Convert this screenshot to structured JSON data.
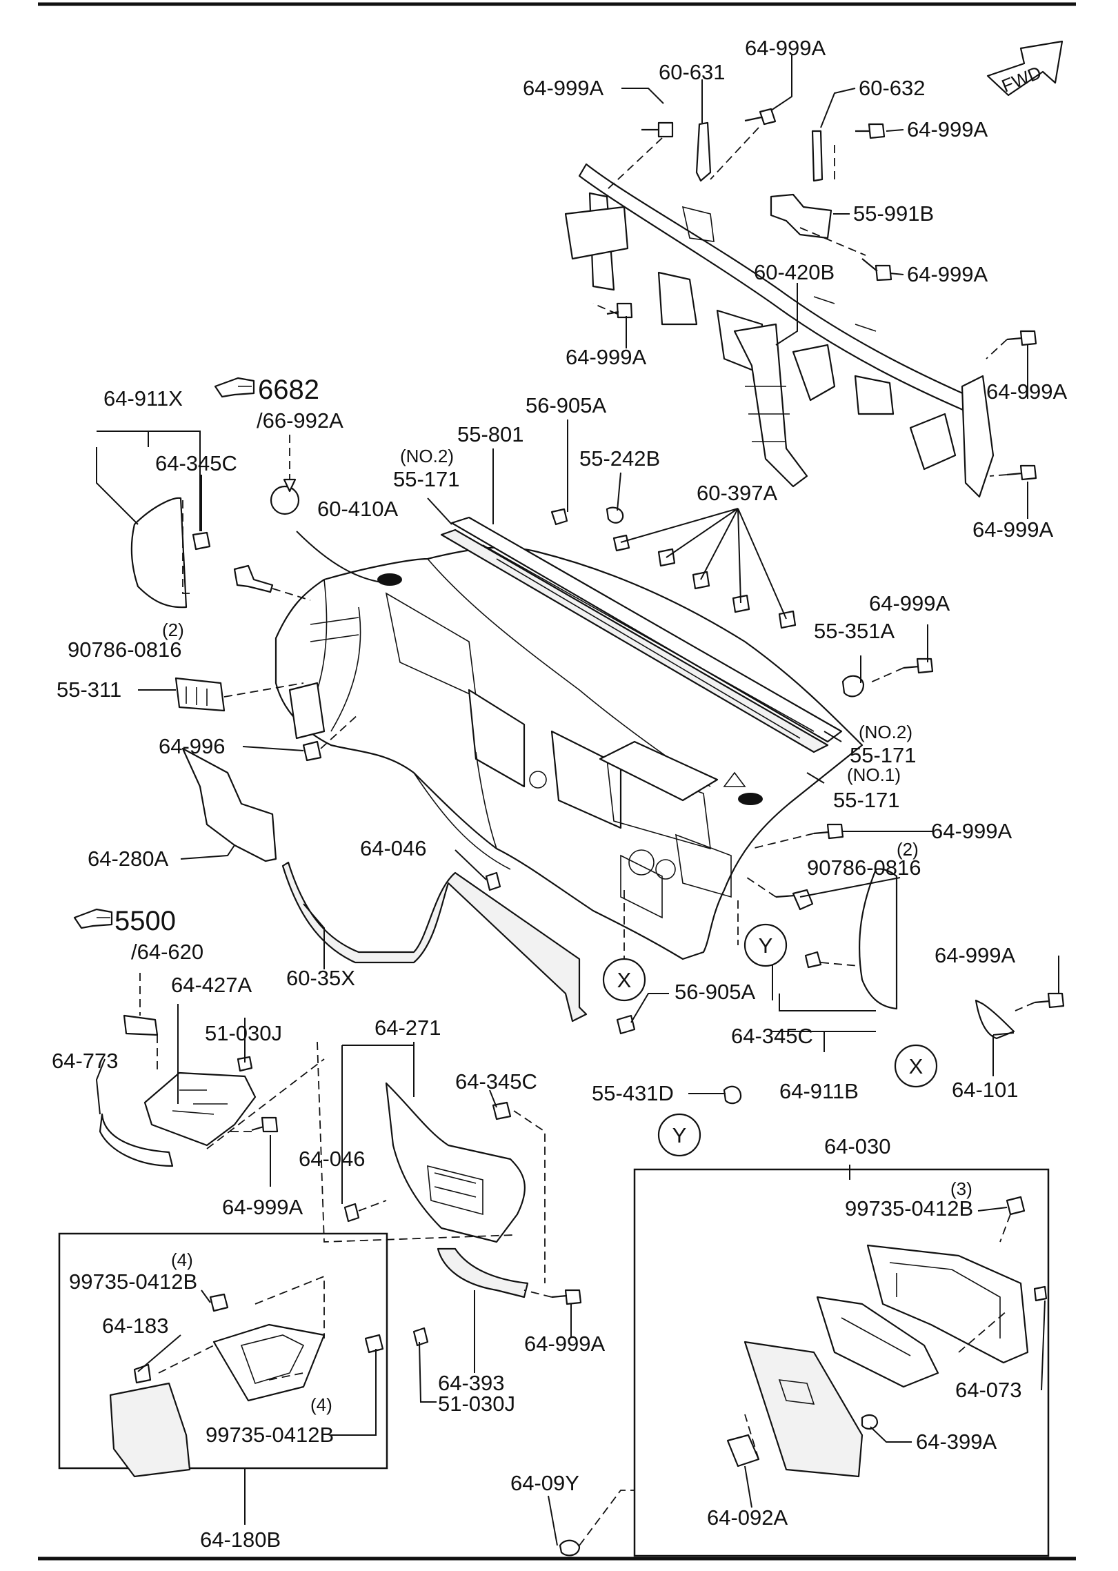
{
  "direction_label": "FWD",
  "references": {
    "ref_6682": "6682",
    "ref_6682_sub": "/66-992A",
    "ref_5500": "5500",
    "ref_5500_sub": "/64-620"
  },
  "callouts": {
    "c_64_999A_tl": "64-999A",
    "c_60_631": "60-631",
    "c_64_999A_top": "64-999A",
    "c_60_632": "60-632",
    "c_64_999A_r1": "64-999A",
    "c_55_991B": "55-991B",
    "c_64_999A_r2": "64-999A",
    "c_60_420B": "60-420B",
    "c_64_999A_lbeam": "64-999A",
    "c_64_999A_r3": "64-999A",
    "c_64_999A_r4": "64-999A",
    "c_64_911X": "64-911X",
    "c_64_345C_l": "64-345C",
    "c_56_905A_top": "56-905A",
    "c_55_801": "55-801",
    "c_no2_top": "(NO.2)",
    "c_55_171_top": "55-171",
    "c_55_242B": "55-242B",
    "c_60_410A": "60-410A",
    "c_60_397A": "60-397A",
    "c_qty2_l": "(2)",
    "c_90786_0816_l": "90786-0816",
    "c_64_999A_r5": "64-999A",
    "c_55_351A": "55-351A",
    "c_55_311": "55-311",
    "c_no2_r": "(NO.2)",
    "c_55_171_r1": "55-171",
    "c_64_996": "64-996",
    "c_no1_r": "(NO.1)",
    "c_55_171_r2": "55-171",
    "c_64_999A_r6": "64-999A",
    "c_qty2_r": "(2)",
    "c_90786_0816_r": "90786-0816",
    "c_64_280A": "64-280A",
    "c_64_046_mid": "64-046",
    "c_60_35X": "60-35X",
    "c_64_999A_r7": "64-999A",
    "c_56_905A_mid": "56-905A",
    "c_64_427A": "64-427A",
    "c_51_030J_top": "51-030J",
    "c_64_773": "64-773",
    "c_64_271": "64-271",
    "c_64_345C_mid": "64-345C",
    "c_64_345C_r": "64-345C",
    "c_64_911B": "64-911B",
    "c_64_101": "64-101",
    "c_55_431D": "55-431D",
    "c_64_046_low": "64-046",
    "c_64_999A_lowl": "64-999A",
    "c_64_030": "64-030",
    "c_qty3": "(3)",
    "c_99735_0412B_r": "99735-0412B",
    "c_qty4_a": "(4)",
    "c_99735_0412B_a": "99735-0412B",
    "c_64_183": "64-183",
    "c_64_999A_lowm": "64-999A",
    "c_64_393": "64-393",
    "c_51_030J_low": "51-030J",
    "c_qty4_b": "(4)",
    "c_99735_0412B_b": "99735-0412B",
    "c_64_073": "64-073",
    "c_64_399A": "64-399A",
    "c_64_09Y": "64-09Y",
    "c_64_180B": "64-180B",
    "c_64_092A": "64-092A"
  },
  "markers": {
    "x_mid": "X",
    "y_mid": "Y",
    "x_right": "X",
    "y_low": "Y"
  }
}
